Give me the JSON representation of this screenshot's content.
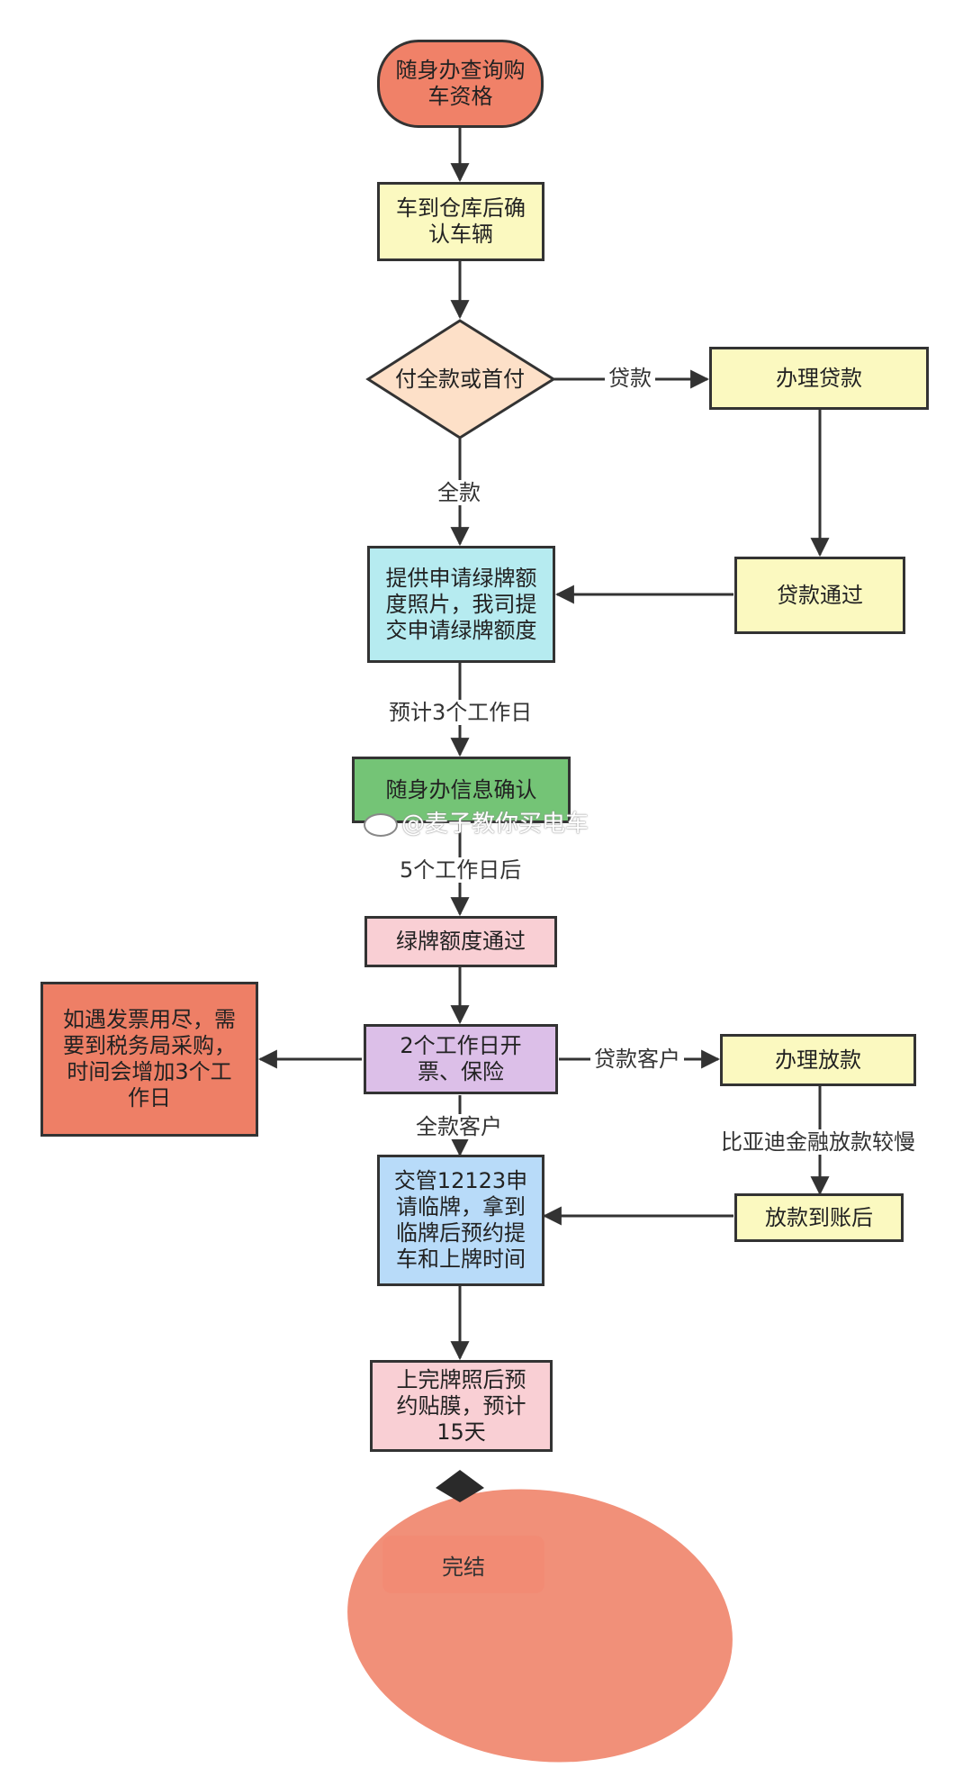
{
  "nodes": {
    "start": "随身办查询购\n车资格",
    "confirm_vehicle": "车到仓库后确\n认车辆",
    "payment_decision": "付全款或首付",
    "apply_loan": "办理贷款",
    "loan_approved": "贷款通过",
    "submit_quota": "提供申请绿牌额\n度照片，我司提\n交申请绿牌额度",
    "info_confirm": "随身办信息确认",
    "quota_approved": "绿牌额度通过",
    "invoice_insurance": "2个工作日开\n票、保险",
    "invoice_shortage": "如遇发票用尽，需\n要到税务局采购，\n时间会增加3个工\n作日",
    "disbursement": "办理放款",
    "funds_arrived": "放款到账后",
    "temp_plate": "交管12123申\n请临牌，拿到\n临牌后预约提\n车和上牌时间",
    "film": "上完牌照后预\n约贴膜，预计\n15天",
    "end": "完结"
  },
  "edge_labels": {
    "loan": "贷款",
    "full_payment": "全款",
    "three_days": "预计3个工作日",
    "five_days": "5个工作日后",
    "loan_customer": "贷款客户",
    "full_customer": "全款客户",
    "byd_slow": "比亚迪金融放款较慢"
  },
  "watermark": "@麦子教你买电车",
  "colors": {
    "start": "#f08168",
    "yellow": "#fbf9c0",
    "decision": "#fde0c8",
    "cyan": "#b6ebf0",
    "green": "#74c476",
    "pink": "#f9cfd4",
    "purple": "#dcbfe8",
    "red": "#ee7f66",
    "blue": "#b8dbf9"
  }
}
